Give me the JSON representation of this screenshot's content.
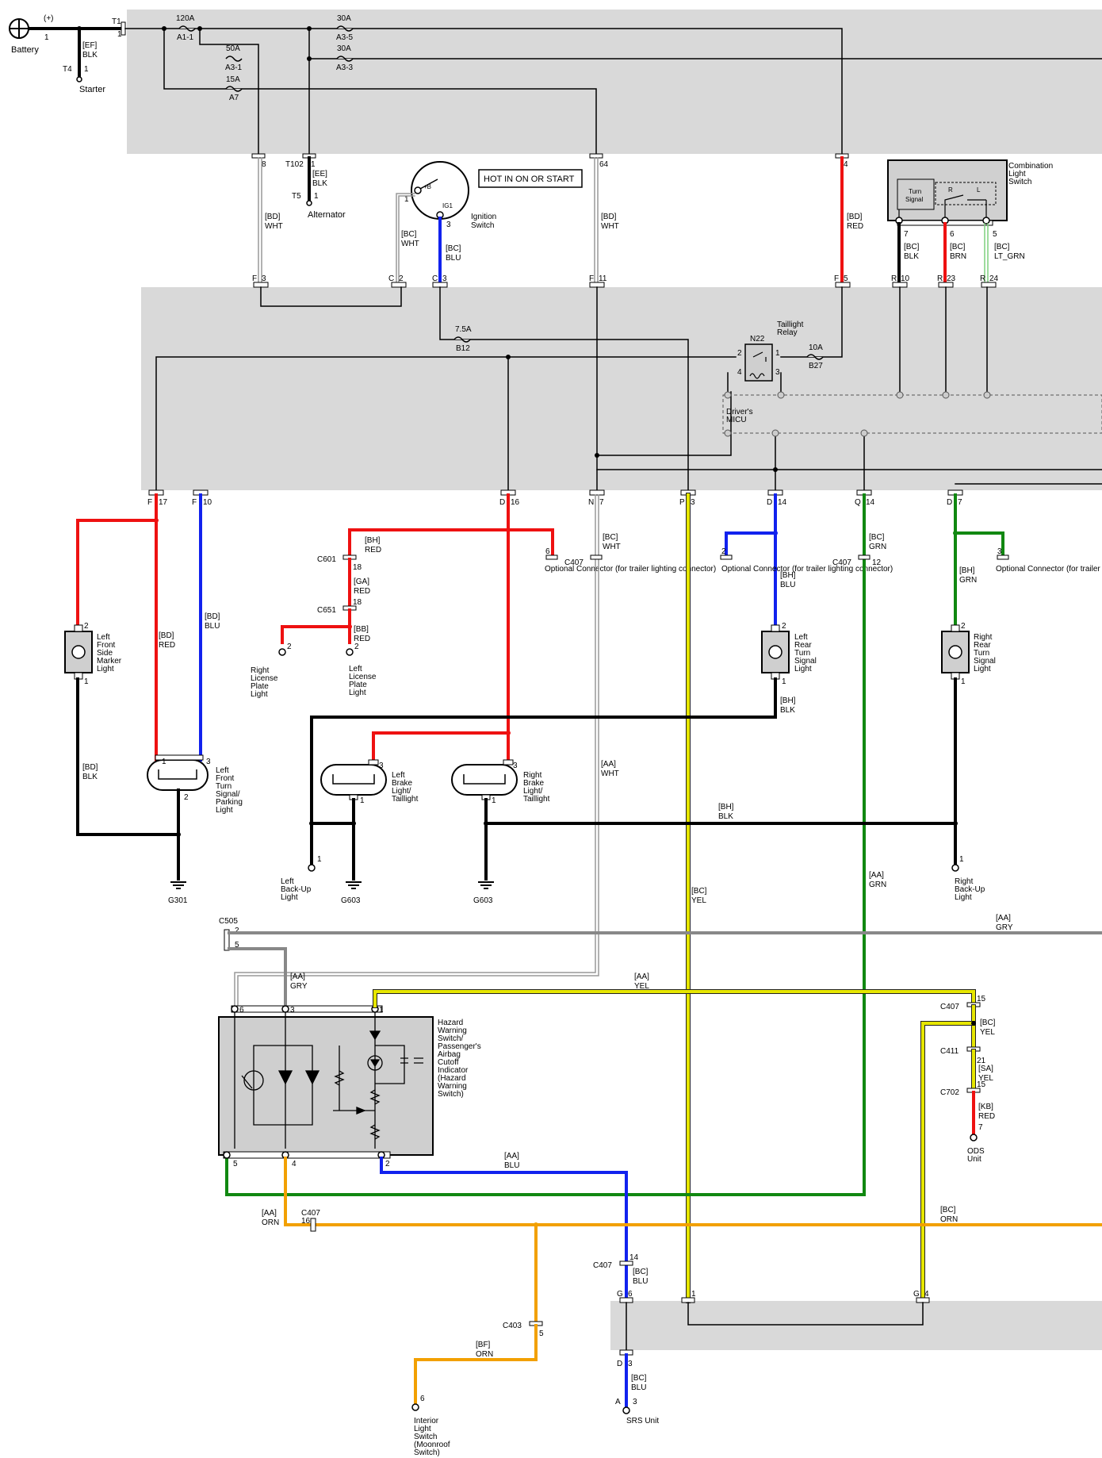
{
  "battery": {
    "label": "Battery",
    "plus": "(+)",
    "pin": "1"
  },
  "starter": {
    "label": "Starter",
    "conn": "T4",
    "pin": "1",
    "wire": "[EF]",
    "color": "BLK"
  },
  "t1": {
    "conn": "T1",
    "pin": "1"
  },
  "fuses": [
    {
      "amps": "120A",
      "id": "A1-1"
    },
    {
      "amps": "50A",
      "id": "A3-1"
    },
    {
      "amps": "15A",
      "id": "A7"
    },
    {
      "amps": "30A",
      "id": "A3-5"
    },
    {
      "amps": "30A",
      "id": "A3-3"
    },
    {
      "amps": "7.5A",
      "id": "B12"
    },
    {
      "amps": "10A",
      "id": "B27"
    }
  ],
  "upper_pins": {
    "p8": "8",
    "t102": "T102",
    "p1": "1",
    "p64": "64",
    "p4": "4"
  },
  "alternator": {
    "label": "Alternator",
    "conn": "T5",
    "pin": "1",
    "wire": "[EE]",
    "color": "BLK"
  },
  "ignition": {
    "label1": "Ignition",
    "label2": "Switch",
    "b": "+B",
    "ig1": "IG1",
    "pin1": "1",
    "pin3": "3",
    "hot_note": "HOT IN ON OR START"
  },
  "wires_upper": [
    {
      "code": "[BD]",
      "color": "WHT"
    },
    {
      "code": "[BC]",
      "color": "WHT"
    },
    {
      "code": "[BC]",
      "color": "BLU"
    },
    {
      "code": "[BD]",
      "color": "WHT"
    },
    {
      "code": "[BD]",
      "color": "RED"
    },
    {
      "code": "[BC]",
      "color": "BLK"
    },
    {
      "code": "[BC]",
      "color": "BRN"
    },
    {
      "code": "[BC]",
      "color": "LT_GRN"
    }
  ],
  "combo_switch": {
    "l1": "Combination",
    "l2": "Light",
    "l3": "Switch",
    "ts1": "Turn",
    "ts2": "Signal",
    "r": "R",
    "l": "L",
    "pins": [
      "7",
      "6",
      "5"
    ]
  },
  "micu_pins_top": [
    "F",
    "3",
    "C",
    "2",
    "C",
    "3",
    "F",
    "11",
    "F",
    "5",
    "R",
    "10",
    "R",
    "23",
    "R",
    "24"
  ],
  "relay": {
    "id": "N22",
    "l1": "Taillight",
    "l2": "Relay",
    "p2": "2",
    "p1": "1",
    "p4": "4",
    "p3": "3"
  },
  "micu": {
    "l1": "Driver's",
    "l2": "MICU"
  },
  "micu_pins_bottom": [
    "F",
    "17",
    "F",
    "10",
    "D",
    "16",
    "N",
    "7",
    "P",
    "3",
    "D",
    "14",
    "Q",
    "14",
    "D",
    "7"
  ],
  "optional_connector": "Optional Connector (for trailer lighting connector)",
  "opt_pins": {
    "a": "6",
    "b": "2",
    "c": "3"
  },
  "c407": "C407",
  "opt_pin_nums": {
    "a": "12",
    "b": "12"
  },
  "c601": {
    "conn": "C601",
    "pin": "18"
  },
  "c651": {
    "conn": "C651",
    "pin": "18"
  },
  "mid_wires": [
    {
      "code": "[BH]",
      "color": "RED"
    },
    {
      "code": "[GA]",
      "color": "RED"
    },
    {
      "code": "[BB]",
      "color": "RED"
    },
    {
      "code": "[BC]",
      "color": "WHT"
    },
    {
      "code": "[BH]",
      "color": "BLU"
    },
    {
      "code": "[BC]",
      "color": "GRN"
    },
    {
      "code": "[BH]",
      "color": "GRN"
    },
    {
      "code": "[BD]",
      "color": "RED"
    },
    {
      "code": "[BD]",
      "color": "BLU"
    },
    {
      "code": "[BH]",
      "color": "BLK"
    },
    {
      "code": "[BD]",
      "color": "BLK"
    },
    {
      "code": "[AA]",
      "color": "WHT"
    },
    {
      "code": "[BH]",
      "color": "BLK"
    },
    {
      "code": "[BC]",
      "color": "YEL"
    },
    {
      "code": "[AA]",
      "color": "GRN"
    }
  ],
  "lights": {
    "rlp": [
      "Right",
      "License",
      "Plate",
      "Light"
    ],
    "llp": [
      "Left",
      "License",
      "Plate",
      "Light"
    ],
    "lfsm": [
      "Left",
      "Front",
      "Side",
      "Marker",
      "Light"
    ],
    "lfts": [
      "Left",
      "Front",
      "Turn",
      "Signal/",
      "Parking",
      "Light"
    ],
    "lbl": [
      "Left",
      "Brake",
      "Light/",
      "Taillight"
    ],
    "rbl": [
      "Right",
      "Brake",
      "Light/",
      "Taillight"
    ],
    "lrt": [
      "Left",
      "Rear",
      "Turn",
      "Signal",
      "Light"
    ],
    "rrt": [
      "Right",
      "Rear",
      "Turn",
      "Signal",
      "Light"
    ],
    "lbu": [
      "Left",
      "Back-Up",
      "Light"
    ],
    "rbu": [
      "Right",
      "Back-Up",
      "Light"
    ]
  },
  "grounds": [
    "G301",
    "G603",
    "G603"
  ],
  "pin_labels": {
    "one": "1",
    "two": "2",
    "three": "3"
  },
  "c505": {
    "conn": "C505",
    "p2": "2",
    "p5": "5"
  },
  "lower_wires": [
    {
      "code": "[AA]",
      "color": "GRY"
    },
    {
      "code": "[AA]",
      "color": "GRY"
    },
    {
      "code": "[AA]",
      "color": "YEL"
    },
    {
      "code": "[BC]",
      "color": "YEL"
    },
    {
      "code": "[SA]",
      "color": "YEL"
    },
    {
      "code": "[KB]",
      "color": "RED"
    },
    {
      "code": "[AA]",
      "color": "BLU"
    },
    {
      "code": "[AA]",
      "color": "ORN"
    },
    {
      "code": "[BC]",
      "color": "ORN"
    },
    {
      "code": "[BC]",
      "color": "BLU"
    },
    {
      "code": "[BF]",
      "color": "ORN"
    },
    {
      "code": "[BC]",
      "color": "BLU"
    }
  ],
  "hazard": {
    "lines": [
      "Hazard",
      "Warning",
      "Switch/",
      "Passenger's",
      "Airbag",
      "Cutoff",
      "Indicator",
      "(Hazard",
      "Warning",
      "Switch)"
    ],
    "pins": [
      "6",
      "3",
      "1",
      "5",
      "4",
      "2"
    ]
  },
  "c407_pins": {
    "a": "15",
    "b": "16",
    "c": "14"
  },
  "c411": {
    "conn": "C411",
    "pin": "21"
  },
  "c702": {
    "conn": "C702",
    "pin": "15"
  },
  "ods": {
    "l1": "ODS",
    "l2": "Unit",
    "pin": "7"
  },
  "c403": {
    "conn": "C403",
    "pin": "5"
  },
  "interior": {
    "lines": [
      "Interior",
      "Light",
      "Switch",
      "(Moonroof",
      "Switch)"
    ],
    "pin": "6"
  },
  "srs_pins": [
    "G",
    "6",
    "1",
    "G",
    "4",
    "D",
    "3",
    "A",
    "3"
  ],
  "srs": "SRS Unit"
}
